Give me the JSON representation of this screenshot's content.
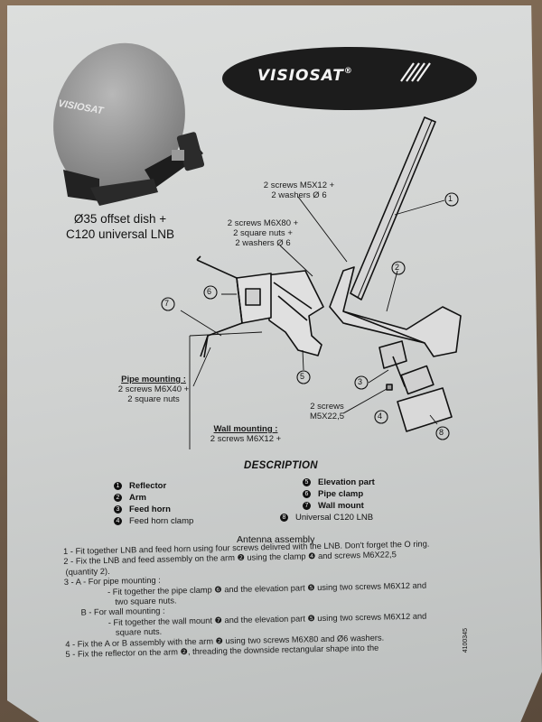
{
  "brand": {
    "name": "VISIOSAT",
    "mark": "®"
  },
  "product_caption": {
    "line1": "Ø35 offset dish +",
    "line2": "C120 universal LNB"
  },
  "dish_print": "VISIOSAT",
  "labels": {
    "screws_m5": "2 screws M5X12 +",
    "washers_6": "2 washers Ø 6",
    "screws_m6x80": "2 screws M6X80 +",
    "square_nuts_2": "2 square nuts +",
    "washers_6b": "2 washers Ø 6",
    "pipe_title": "Pipe mounting :",
    "pipe_l1": "2 screws M6X40 +",
    "pipe_l2": "2 square nuts",
    "wall_title": "Wall mounting :",
    "wall_l1": "2 screws M6X12 +",
    "clamp_l1": "2 screws",
    "clamp_l2": "M5X22,5"
  },
  "callouts": [
    "1",
    "2",
    "3",
    "4",
    "5",
    "6",
    "7",
    "8"
  ],
  "description": {
    "title": "DESCRIPTION",
    "left": [
      {
        "n": "1",
        "label": "Reflector"
      },
      {
        "n": "2",
        "label": "Arm"
      },
      {
        "n": "3",
        "label": "Feed horn"
      },
      {
        "n": "4",
        "label": "Feed horn clamp"
      }
    ],
    "right": [
      {
        "n": "5",
        "label": "Elevation part"
      },
      {
        "n": "6",
        "label": "Pipe clamp"
      },
      {
        "n": "7",
        "label": "Wall mount"
      },
      {
        "n": "8",
        "label": "Universal C120 LNB"
      }
    ]
  },
  "assembly": {
    "title": "Antenna assembly",
    "lines": [
      "1 - Fit together LNB and feed horn using four screws delivred with the LNB. Don't forget the O ring.",
      "2 - Fix the LNB and feed assembly on the arm ❷ using the clamp ❹ and screws M6X22,5",
      "(quantity 2).",
      "3 - A - For pipe mounting :",
      "- Fit together the pipe clamp ❻ and the elevation part ❺ using two screws M6X12 and",
      "two square nuts.",
      "B - For wall mounting :",
      "- Fit together the wall mount ❼ and the elevation part     ❺ using two screws M6X12 and",
      "square nuts.",
      "4 - Fix the A or B assembly with the arm ❷ using two screws M6X80 and Ø6 washers.",
      "5 - Fix the reflector on the arm ❷, threading the downside rectangular shape into the"
    ]
  },
  "doc_code": "4100345"
}
